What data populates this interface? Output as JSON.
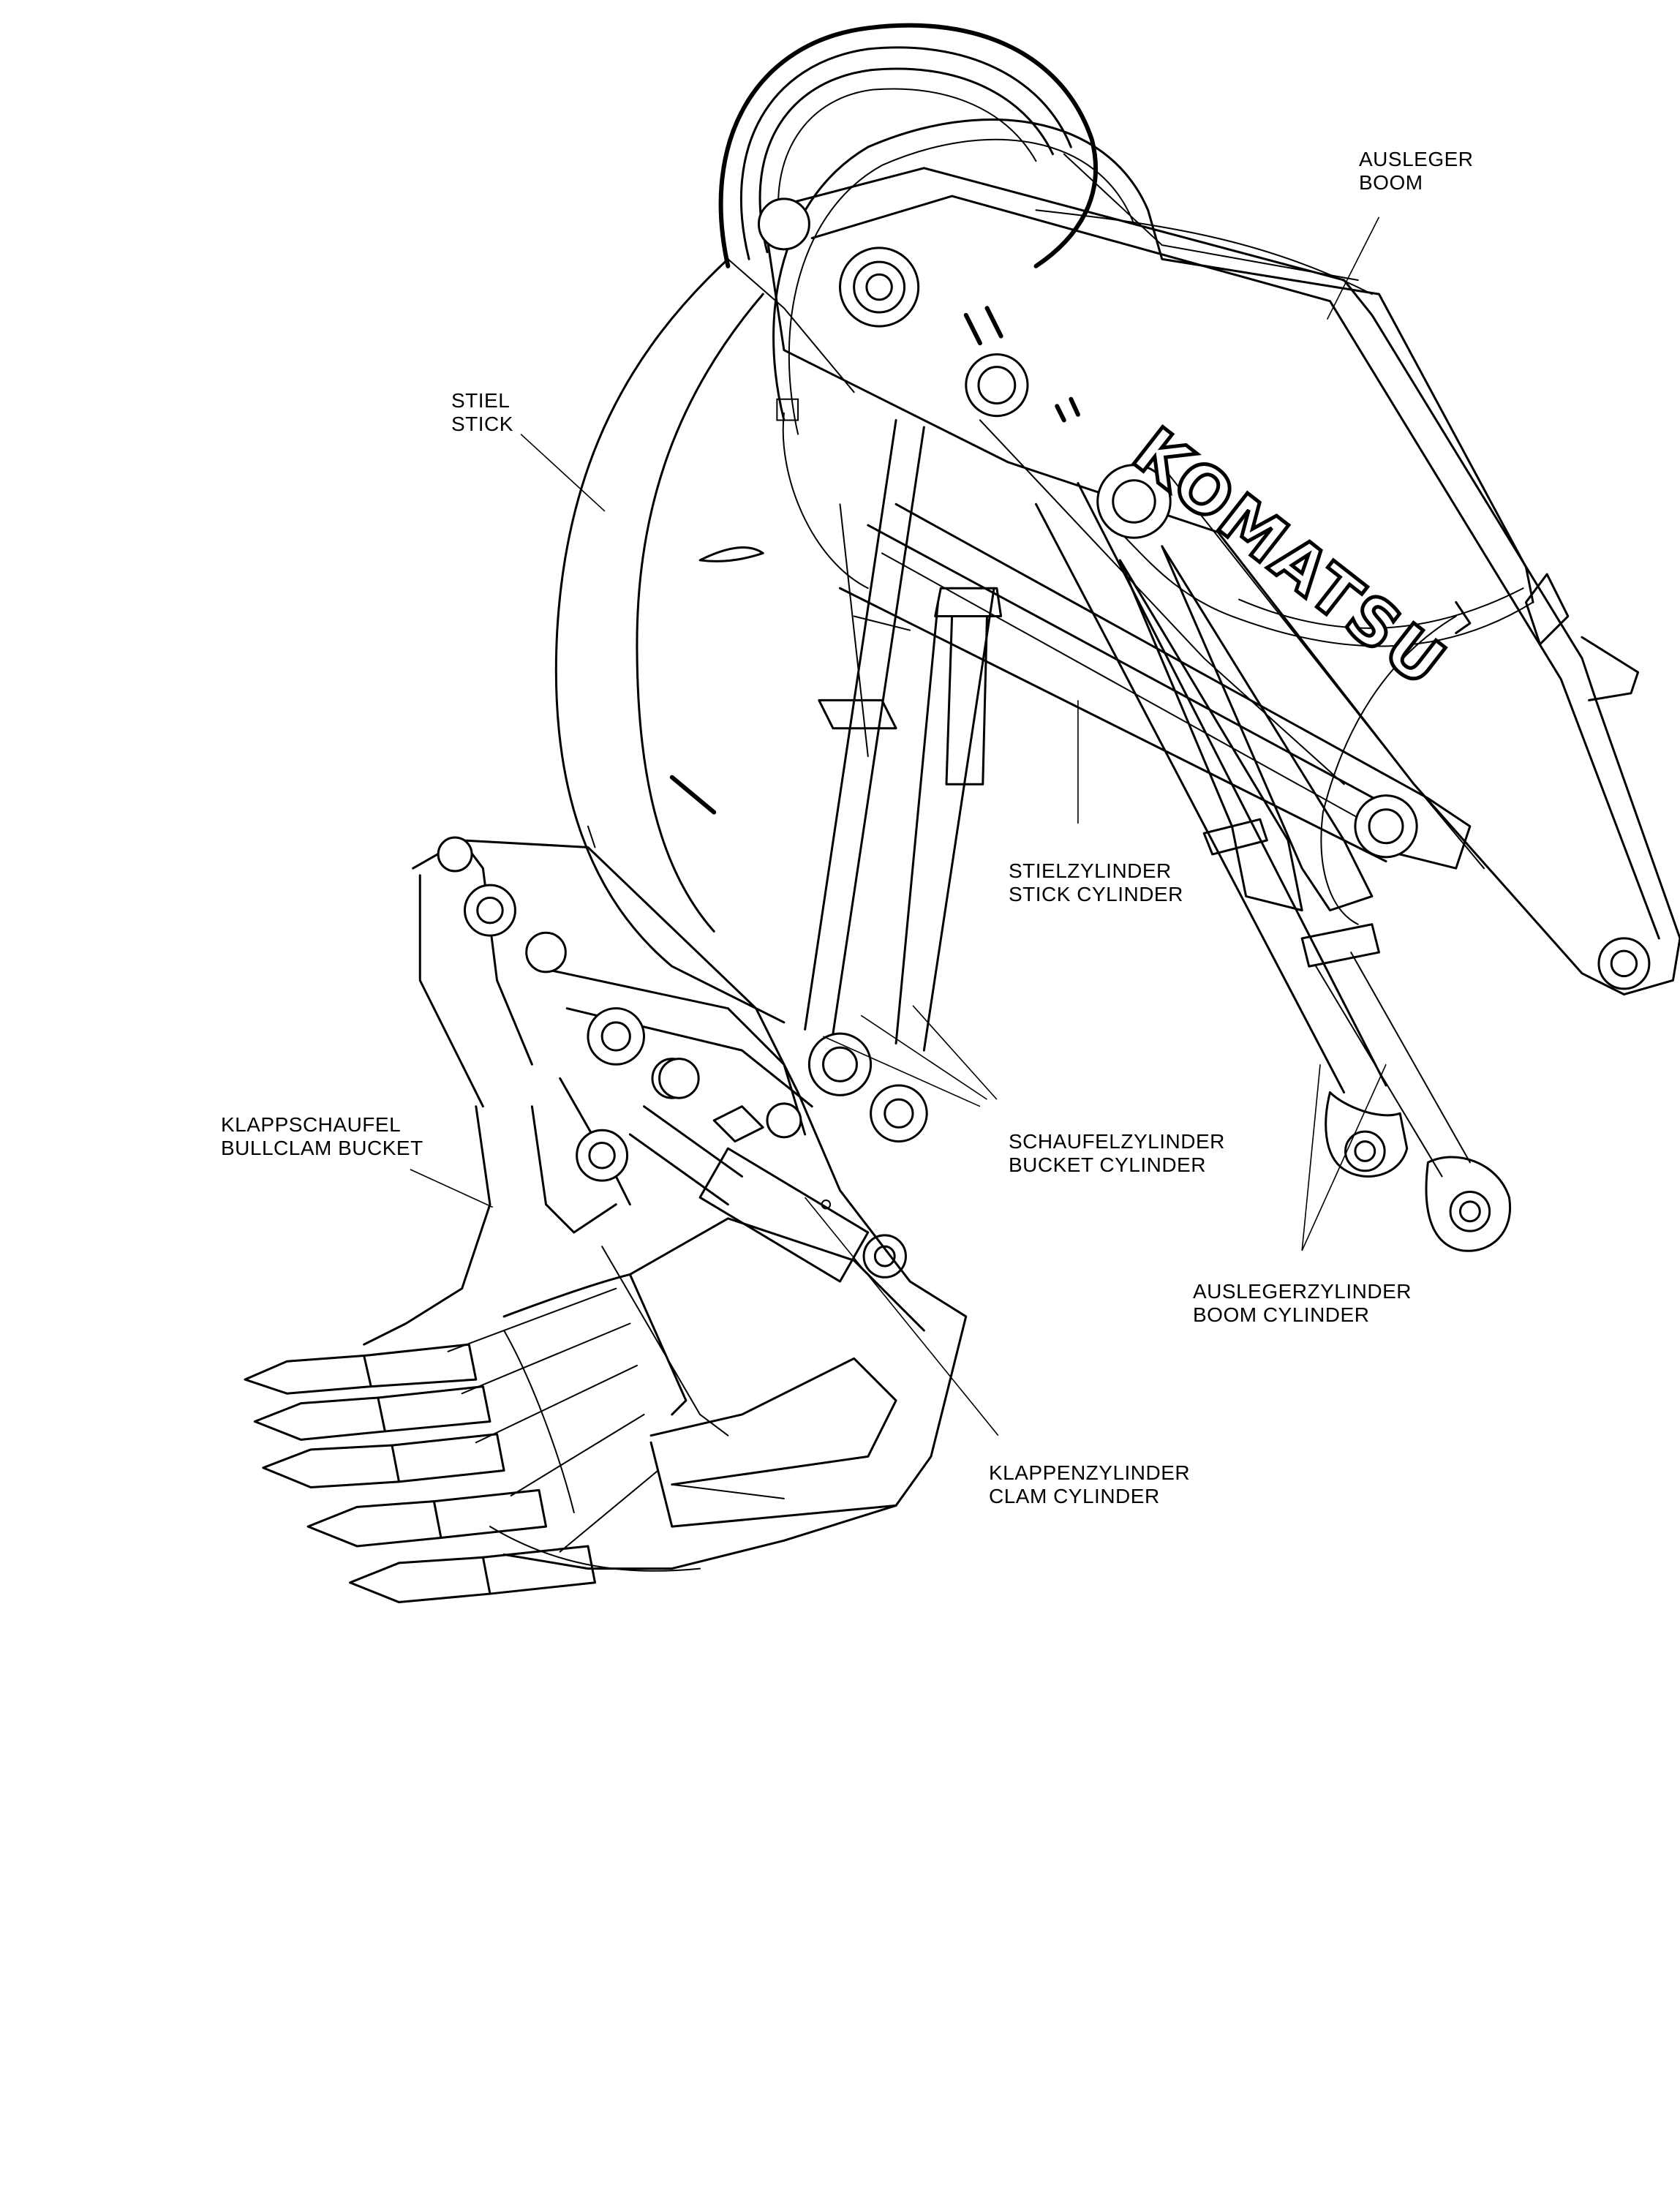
{
  "brand": {
    "logo_text": "KOMATSU"
  },
  "labels": {
    "boom": {
      "line1": "AUSLEGER",
      "line2": "BOOM"
    },
    "stick": {
      "line1": "STIEL",
      "line2": "STICK"
    },
    "stick_cylinder": {
      "line1": "STIELZYLINDER",
      "line2": "STICK CYLINDER"
    },
    "bucket_cylinder": {
      "line1": "SCHAUFELZYLINDER",
      "line2": "BUCKET CYLINDER"
    },
    "bullclam_bucket": {
      "line1": "KLAPPSCHAUFEL",
      "line2": "BULLCLAM BUCKET"
    },
    "boom_cylinder": {
      "line1": "AUSLEGERZYLINDER",
      "line2": "BOOM CYLINDER"
    },
    "clam_cylinder": {
      "line1": "KLAPPENZYLINDER",
      "line2": "CLAM CYLINDER"
    }
  }
}
